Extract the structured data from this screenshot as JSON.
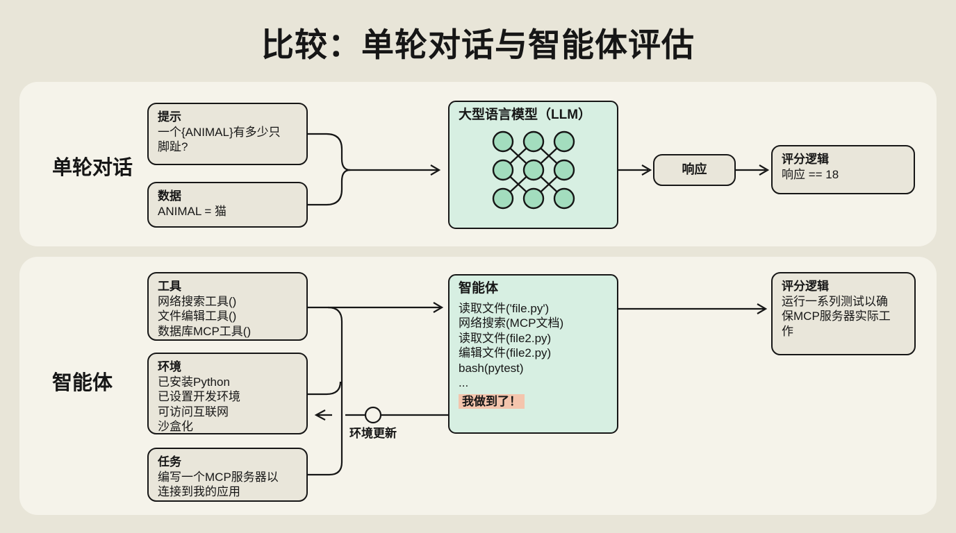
{
  "title": "比较：单轮对话与智能体评估",
  "colors": {
    "page_bg": "#e8e5d8",
    "panel_bg": "#f5f3ea",
    "box_bg": "#e9e6da",
    "mint_bg": "#d7efe2",
    "node_fill": "#a3ddbe",
    "highlight_bg": "#f4c5ad",
    "line": "#161616"
  },
  "icons": {
    "llm_icon": "neural-network-icon",
    "env_update_node": "circle-node"
  },
  "top_panel": {
    "row_label": "单轮对话",
    "prompt_box": {
      "title": "提示",
      "lines": [
        "一个{ANIMAL}有多少只",
        "脚趾?"
      ]
    },
    "data_box": {
      "title": "数据",
      "lines": [
        "ANIMAL = 猫"
      ]
    },
    "llm_box": {
      "title": "大型语言模型（LLM）"
    },
    "response_box": {
      "label": "响应"
    },
    "scoring_box": {
      "title": "评分逻辑",
      "lines": [
        "响应 == 18"
      ]
    }
  },
  "bottom_panel": {
    "row_label": "智能体",
    "tools_box": {
      "title": "工具",
      "lines": [
        "网络搜索工具()",
        "文件编辑工具()",
        "数据库MCP工具()"
      ]
    },
    "environment_box": {
      "title": "环境",
      "lines": [
        "已安装Python",
        "已设置开发环境",
        "可访问互联网",
        "沙盒化"
      ]
    },
    "task_box": {
      "title": "任务",
      "lines": [
        "编写一个MCP服务器以",
        "连接到我的应用"
      ]
    },
    "agent_box": {
      "title": "智能体",
      "lines": [
        "读取文件('file.py')",
        "网络搜索(MCP文档)",
        "读取文件(file2.py)",
        "编辑文件(file2.py)",
        "bash(pytest)",
        "..."
      ],
      "highlight": "我做到了！"
    },
    "scoring_box": {
      "title": "评分逻辑",
      "lines": [
        "运行一系列测试以确",
        "保MCP服务器实际工",
        "作"
      ]
    },
    "env_update_label": "环境更新"
  }
}
